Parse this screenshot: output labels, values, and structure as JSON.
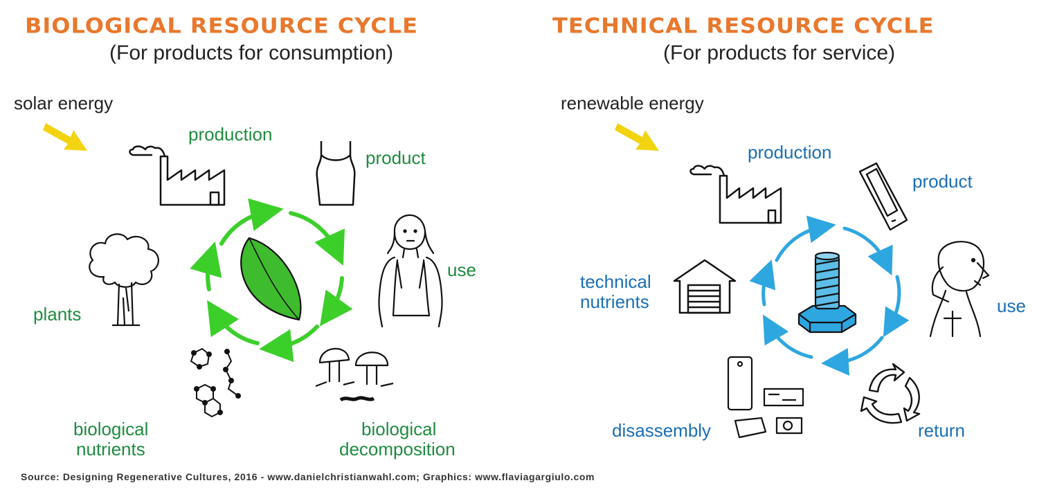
{
  "bio": {
    "title": "BIOLOGICAL RESOURCE CYCLE",
    "subtitle": "(For products for consumption)",
    "energy": "solar energy",
    "labels": {
      "production": "production",
      "product": "product",
      "use": "use",
      "plants": "plants",
      "nutrients_1": "biological",
      "nutrients_2": "nutrients",
      "decomp_1": "biological",
      "decomp_2": "decomposition"
    }
  },
  "tech": {
    "title": "TECHNICAL RESOURCE CYCLE",
    "subtitle": "(For products for service)",
    "energy": "renewable energy",
    "labels": {
      "production": "production",
      "product": "product",
      "use": "use",
      "technical_1": "technical",
      "technical_2": "nutrients",
      "disassembly": "disassembly",
      "return": "return"
    }
  },
  "source": "Source: Designing Regenerative Cultures, 2016 - www.danielchristianwahl.com; Graphics: www.flaviagargiulo.com",
  "colors": {
    "title_orange": "#e8782c",
    "bio_green": "#1e8c3e",
    "bio_arrow": "#3ccf2a",
    "tech_blue": "#1a6fb5",
    "tech_arrow": "#2ea6e0",
    "energy_arrow": "#f2d30f"
  },
  "icons": [
    "factory-icon",
    "tank-top-icon",
    "woman-icon",
    "mushroom-icon",
    "molecule-icon",
    "tree-icon",
    "leaf-icon",
    "phone-icon",
    "man-on-phone-icon",
    "recycle-icon",
    "phone-parts-icon",
    "garage-icon",
    "bolt-icon",
    "sun-arrow-icon"
  ]
}
